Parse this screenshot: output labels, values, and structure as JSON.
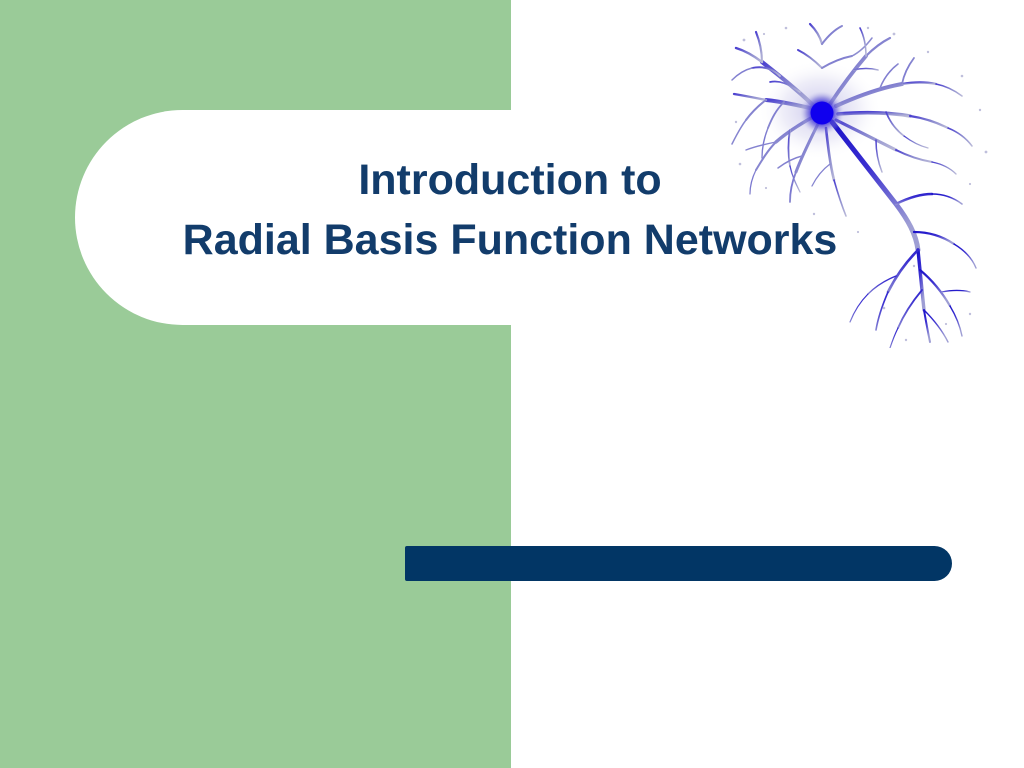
{
  "slide": {
    "title_lines": [
      "Introduction to",
      "Radial Basis Function Networks"
    ],
    "title_line_1": "Introduction to",
    "title_line_2": "Radial Basis Function Networks",
    "colors": {
      "green_band": "#9acb98",
      "title_text": "#123c6b",
      "accent_bar": "#023665",
      "background": "#ffffff",
      "neuron_soma": "#1000ee",
      "neuron_dendrite": "#8f8fd0",
      "neuron_halo": "#c9c9e8"
    },
    "decorations": {
      "green_band_name": "left-green-band",
      "title_plate_name": "white-rounded-title-plate",
      "accent_bar_name": "navy-accent-bar",
      "neuron_image_name": "neuron-illustration",
      "neuron_image_alt": "Stained pyramidal neuron with radiating dendrites and a descending axon"
    }
  }
}
